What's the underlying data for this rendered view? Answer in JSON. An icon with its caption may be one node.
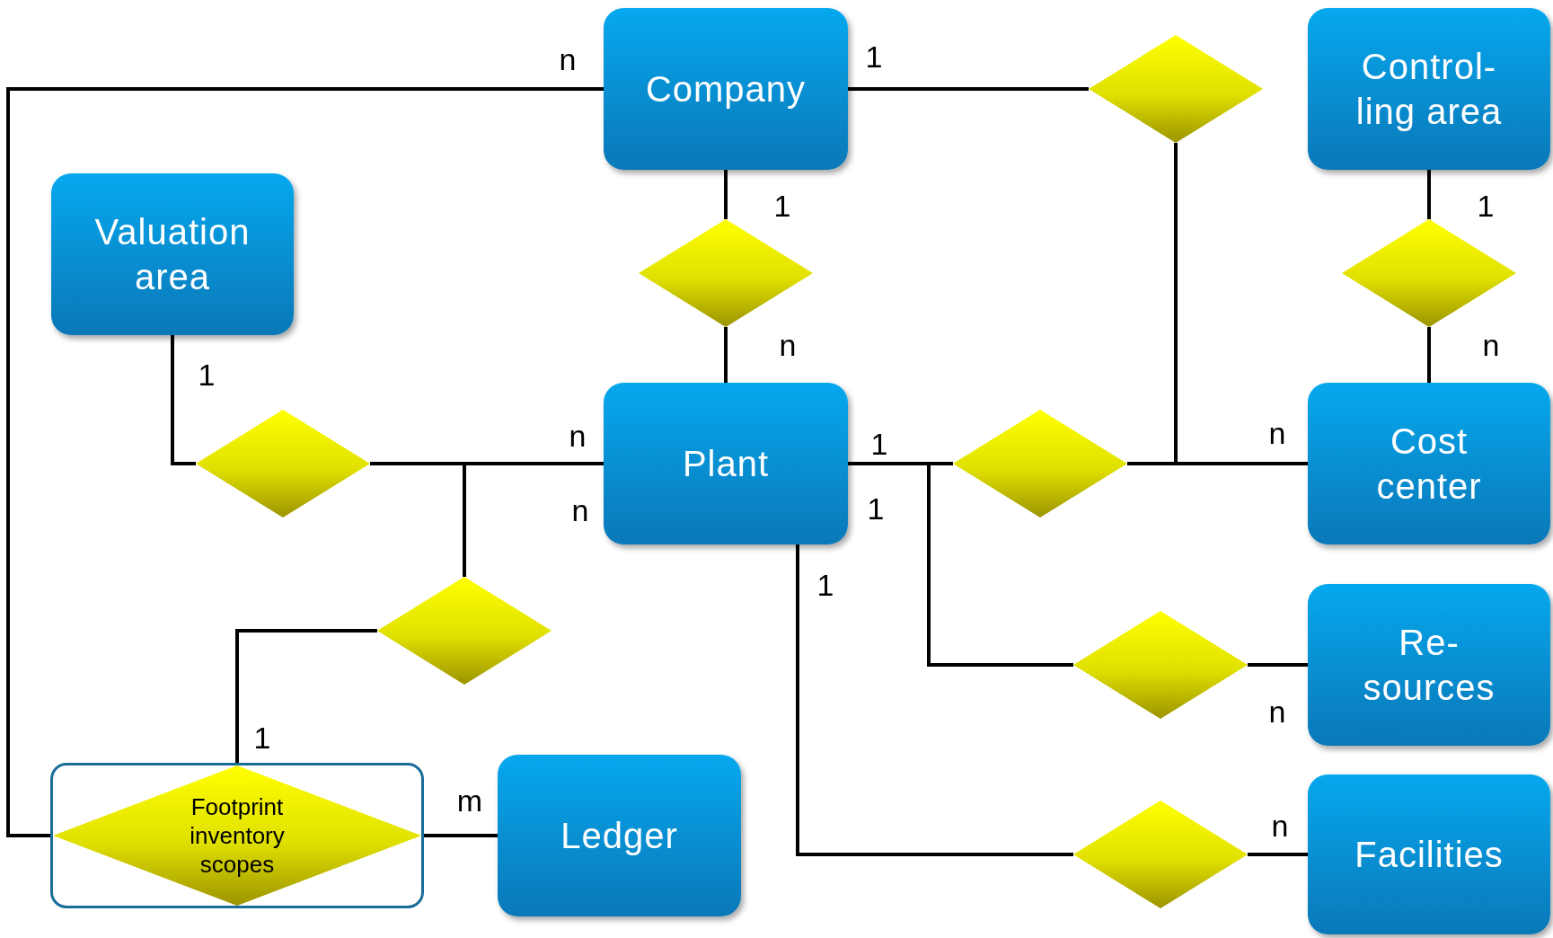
{
  "diagram": {
    "nodes": [
      {
        "text": [
          "Company"
        ]
      },
      {
        "text": [],
        "shape": "diamond"
      },
      {
        "text": [
          "Control- ling area"
        ]
      },
      {
        "text": [
          "Valuation area"
        ]
      },
      {
        "text": [],
        "shape": "diamond"
      },
      {
        "text": [],
        "shape": "diamond"
      },
      {
        "text": [],
        "shape": "diamond"
      },
      {
        "text": [
          "Plant"
        ]
      },
      {
        "text": [],
        "shape": "diamond"
      },
      {
        "text": [
          "Cost center"
        ]
      },
      {
        "text": [],
        "shape": "diamond"
      },
      {
        "text": [],
        "shape": "diamond"
      },
      {
        "text": [
          "Re- sources"
        ]
      },
      {
        "text": [
          "Footprint inventory scopes"
        ]
      },
      {
        "text": [
          "Ledger"
        ]
      },
      {
        "text": [],
        "shape": "diamond"
      },
      {
        "text": [
          "Facilities"
        ]
      }
    ],
    "edges": [
      {
        "from": 0,
        "to": 13,
        "arrow": "none",
        "label": "n"
      },
      {
        "from": 0,
        "to": 1,
        "arrow": "none",
        "label": "1"
      },
      {
        "from": 1,
        "to": 9,
        "arrow": "none"
      },
      {
        "from": 0,
        "to": 4,
        "arrow": "none",
        "label": "1"
      },
      {
        "from": 4,
        "to": 7,
        "arrow": "none",
        "label": "n"
      },
      {
        "from": 2,
        "to": 5,
        "arrow": "none",
        "label": "1"
      },
      {
        "from": 5,
        "to": 9,
        "arrow": "none",
        "label": "n"
      },
      {
        "from": 3,
        "to": 6,
        "arrow": "none",
        "label": "1"
      },
      {
        "from": 6,
        "to": 7,
        "arrow": "none",
        "label": "n"
      },
      {
        "from": 7,
        "to": 10,
        "arrow": "none",
        "label": "n"
      },
      {
        "from": 10,
        "to": 13,
        "arrow": "none",
        "label": "1"
      },
      {
        "from": 7,
        "to": 8,
        "arrow": "none",
        "label": "1"
      },
      {
        "from": 8,
        "to": 9,
        "arrow": "none",
        "label": "n"
      },
      {
        "from": 7,
        "to": 11,
        "arrow": "none",
        "label": "1"
      },
      {
        "from": 11,
        "to": 12,
        "arrow": "none",
        "label": "n"
      },
      {
        "from": 7,
        "to": 15,
        "arrow": "none",
        "label": "1"
      },
      {
        "from": 15,
        "to": 16,
        "arrow": "none",
        "label": "n"
      },
      {
        "from": 13,
        "to": 14,
        "arrow": "none",
        "label": "m"
      }
    ]
  }
}
